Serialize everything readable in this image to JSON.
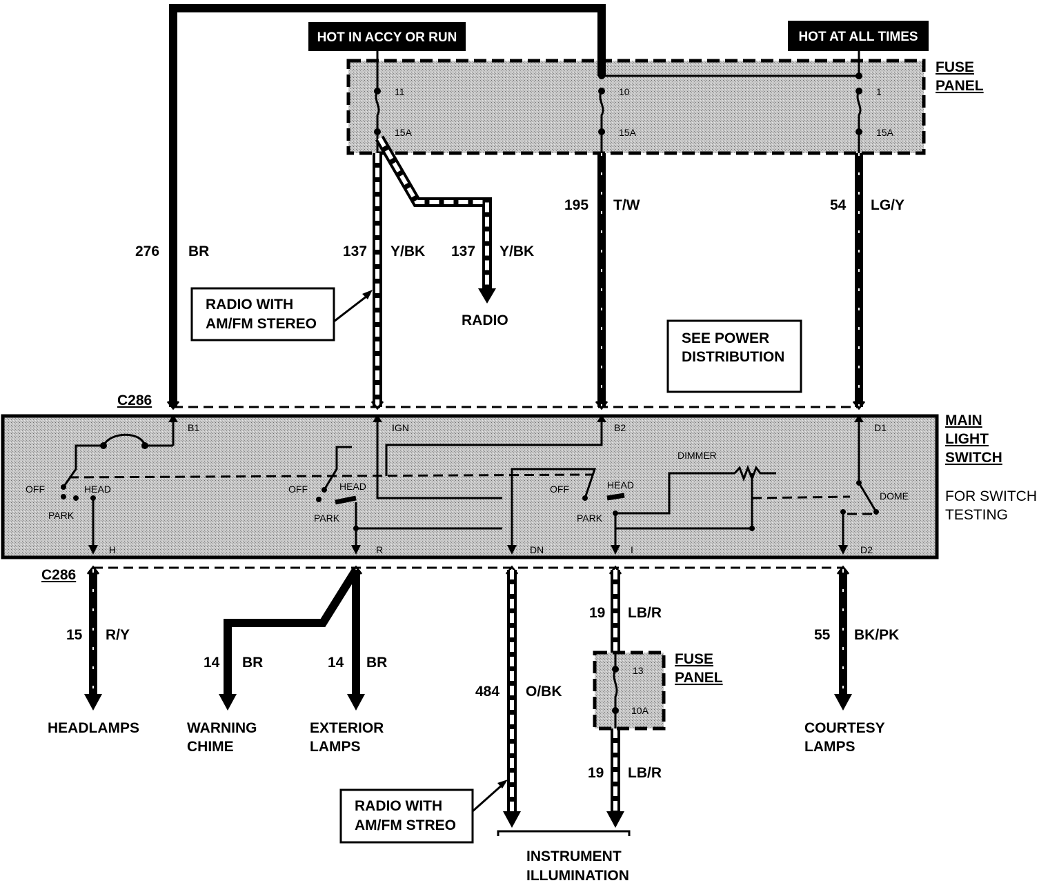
{
  "headers": {
    "hot_accy_run": "HOT IN ACCY OR RUN",
    "hot_all_times": "HOT AT ALL TIMES"
  },
  "fuse_panel_top": {
    "title_line1": "FUSE",
    "title_line2": "PANEL",
    "fuses": [
      {
        "number": "11",
        "rating": "15A"
      },
      {
        "number": "10",
        "rating": "15A"
      },
      {
        "number": "1",
        "rating": "15A"
      }
    ]
  },
  "wires_top": {
    "w276": {
      "circuit": "276",
      "color": "BR"
    },
    "w137a": {
      "circuit": "137",
      "color": "Y/BK"
    },
    "w137b": {
      "circuit": "137",
      "color": "Y/BK"
    },
    "w195": {
      "circuit": "195",
      "color": "T/W"
    },
    "w54": {
      "circuit": "54",
      "color": "LG/Y"
    }
  },
  "callouts": {
    "radio_stereo_top": {
      "line1": "RADIO WITH",
      "line2": "AM/FM STEREO"
    },
    "see_power": {
      "line1": "SEE POWER",
      "line2": "DISTRIBUTION"
    },
    "radio_stereo_bottom": {
      "line1": "RADIO WITH",
      "line2": "AM/FM STREO"
    }
  },
  "labels": {
    "radio": "RADIO"
  },
  "connectors": {
    "top": "C286",
    "bottom": "C286"
  },
  "main_switch": {
    "title_line1": "MAIN",
    "title_line2": "LIGHT",
    "title_line3": "SWITCH",
    "note_line1": "FOR SWITCH",
    "note_line2": "TESTING",
    "pins": {
      "b1": "B1",
      "ign": "IGN",
      "b2": "B2",
      "d1": "D1",
      "h": "H",
      "r": "R",
      "dn": "DN",
      "i": "I",
      "d2": "D2"
    },
    "positions": {
      "off1": "OFF",
      "head1": "HEAD",
      "park1": "PARK",
      "off2": "OFF",
      "head2": "HEAD",
      "park2": "PARK",
      "off3": "OFF",
      "head3": "HEAD",
      "park3": "PARK",
      "dimmer": "DIMMER",
      "dome": "DOME"
    }
  },
  "wires_bottom": {
    "w15": {
      "circuit": "15",
      "color": "R/Y"
    },
    "w14a": {
      "circuit": "14",
      "color": "BR"
    },
    "w14b": {
      "circuit": "14",
      "color": "BR"
    },
    "w484": {
      "circuit": "484",
      "color": "O/BK"
    },
    "w19a": {
      "circuit": "19",
      "color": "LB/R"
    },
    "w19b": {
      "circuit": "19",
      "color": "LB/R"
    },
    "w55": {
      "circuit": "55",
      "color": "BK/PK"
    }
  },
  "fuse_panel_bottom": {
    "title_line1": "FUSE",
    "title_line2": "PANEL",
    "fuse": {
      "number": "13",
      "rating": "10A"
    }
  },
  "loads": {
    "headlamps": "HEADLAMPS",
    "warning_line1": "WARNING",
    "warning_line2": "CHIME",
    "exterior_line1": "EXTERIOR",
    "exterior_line2": "LAMPS",
    "courtesy_line1": "COURTESY",
    "courtesy_line2": "LAMPS",
    "instrument_line1": "INSTRUMENT",
    "instrument_line2": "ILLUMINATION"
  }
}
